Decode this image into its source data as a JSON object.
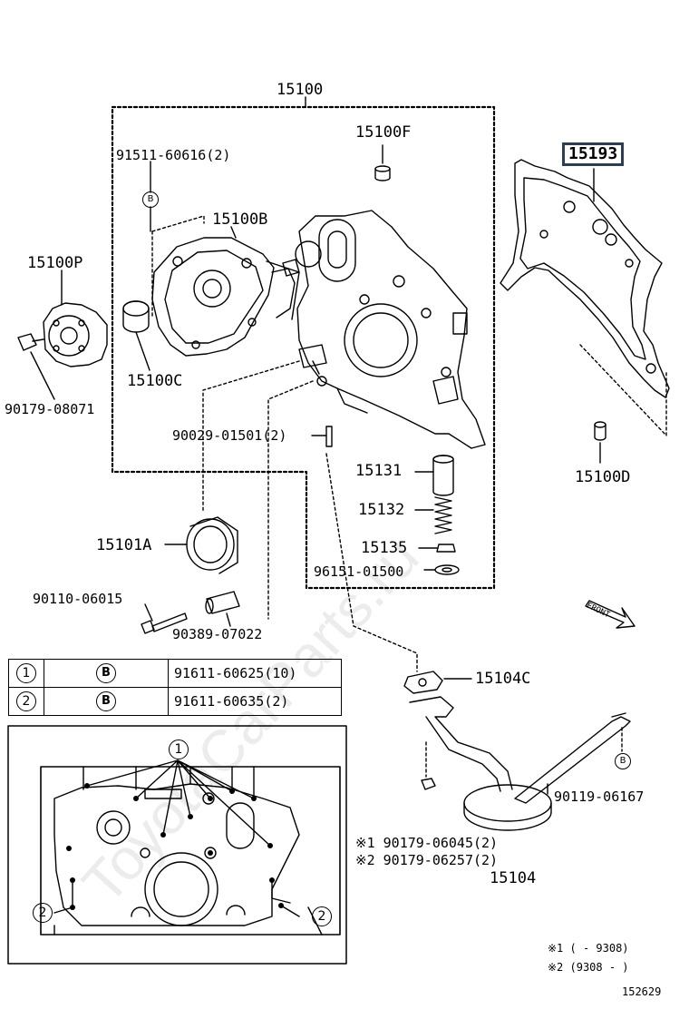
{
  "labels": {
    "p15100": "15100",
    "p15100F": "15100F",
    "p91511": "91511-60616(2)",
    "p15100B": "15100B",
    "p15100P": "15100P",
    "p15100C": "15100C",
    "p90179_08071": "90179-08071",
    "p90029": "90029-01501(2)",
    "p15131": "15131",
    "p15132": "15132",
    "p15135": "15135",
    "p96151": "96151-01500",
    "p15101A": "15101A",
    "p90110": "90110-06015",
    "p90389": "90389-07022",
    "p15193": "15193",
    "p15100D": "15100D",
    "p15104C": "15104C",
    "p90119": "90119-06167",
    "p90179_06045": "※1 90179-06045(2)",
    "p90179_06257": "※2 90179-06257(2)",
    "p15104": "15104",
    "front": "FRONT",
    "b_mark": "B"
  },
  "legend_table": {
    "rows": [
      {
        "num": "1",
        "mark": "B",
        "part": "91611-60625(10)"
      },
      {
        "num": "2",
        "mark": "B",
        "part": "91611-60635(2)"
      }
    ]
  },
  "callouts": {
    "one": "1",
    "two": "2"
  },
  "notes": {
    "note1": "※1 (     - 9308)",
    "note2": "※2 (9308 -      )"
  },
  "diagram_id": "152629",
  "watermark": "ToyotaCarParts.ru",
  "colors": {
    "highlight_border": "#2e3e4e",
    "line": "#000000",
    "watermark": "#f0f0f0"
  }
}
